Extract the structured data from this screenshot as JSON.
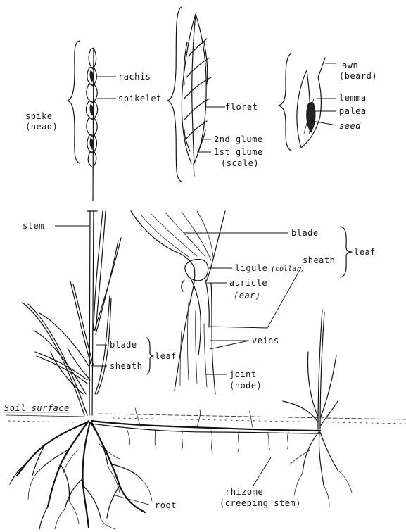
{
  "labels": {
    "rachis": "rachis",
    "spikelet": "spikelet",
    "spike": "spike",
    "head": "(head)",
    "floret": "floret",
    "glume2": "2nd glume",
    "glume1": "1st glume",
    "scale": "(scale)",
    "awn": "awn",
    "beard": "(beard)",
    "lemma": "lemma",
    "palea": "palea",
    "seed": "seed",
    "stem": "stem",
    "blade_top": "blade",
    "leaf_top": "leaf",
    "sheath_top": "sheath",
    "ligule": "ligule",
    "collar": "(collar)",
    "auricle": "auricle",
    "ear": "(ear)",
    "veins": "veins",
    "blade_left": "blade",
    "sheath_left": "sheath",
    "leaf_left": "leaf",
    "joint": "joint",
    "node": "(node)",
    "soil_surface": "Soil surface",
    "rhizome": "rhizome",
    "creeping_stem": "(creeping stem)",
    "root": "root"
  },
  "colors": {
    "ink": "#111111",
    "paper": "#ffffff"
  }
}
